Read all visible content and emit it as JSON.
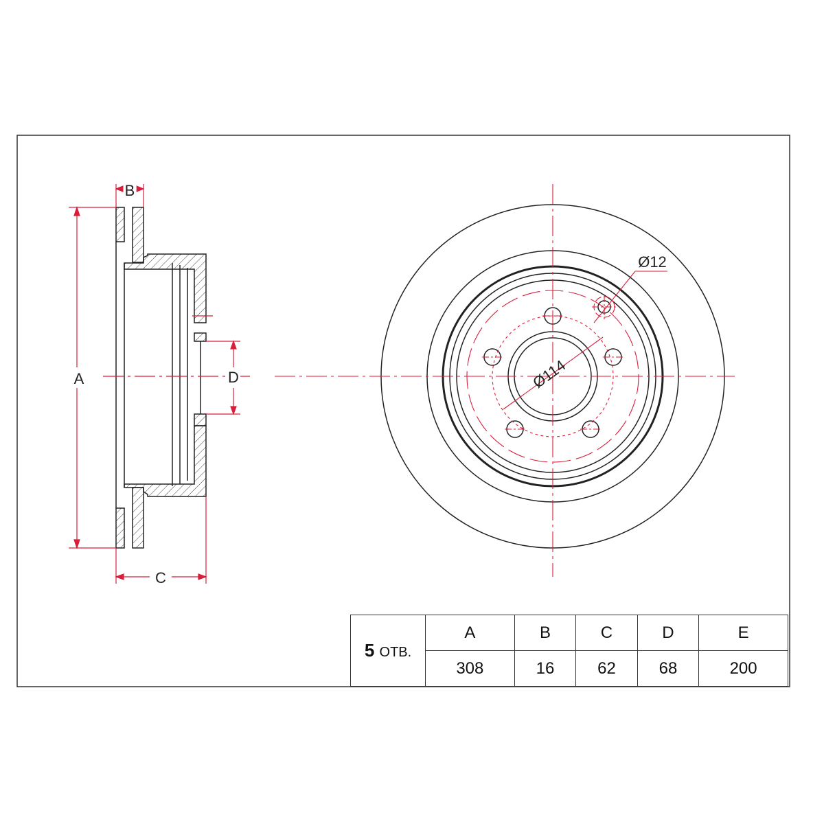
{
  "dimension_labels": {
    "A": "A",
    "B": "B",
    "C": "C",
    "D": "D"
  },
  "callouts": {
    "hole_diameter": "Ø12",
    "bolt_circle": "Ø114"
  },
  "table": {
    "holes_count": "5",
    "holes_unit": "ОТВ.",
    "headers": [
      "A",
      "B",
      "C",
      "D",
      "E"
    ],
    "values": [
      "308",
      "16",
      "62",
      "68",
      "200"
    ]
  },
  "colors": {
    "line": "#222222",
    "dimension": "#d81e3a"
  }
}
